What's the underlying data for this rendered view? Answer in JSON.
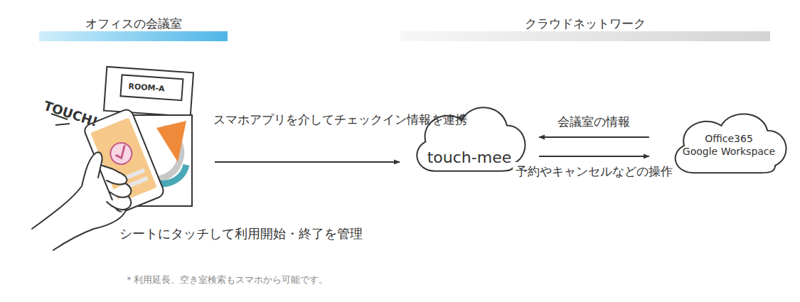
{
  "diagram": {
    "nodes": [
      {
        "text": [
          "オフィスの会議室"
        ]
      },
      {
        "text": [
          "クラウドネットワーク"
        ]
      },
      {
        "text": [
          "touch-mee"
        ]
      },
      {
        "text": [
          "Office365 Google Workspace"
        ]
      }
    ],
    "edges": [
      {
        "from": 3,
        "to": 2,
        "arrow": "to",
        "label": "会議室の情報"
      },
      {
        "from": 2,
        "to": 3,
        "arrow": "to",
        "label": "予約やキャンセル などの操作"
      }
    ],
    "labels": [
      "TOUCH!",
      "ROOM-A",
      "スマホアプリを介して チェックイン情報を連携",
      "シートにタッチして 利用開始・終了を管理",
      "＊利用延長、空き室検索もスマホから可能です。"
    ]
  }
}
